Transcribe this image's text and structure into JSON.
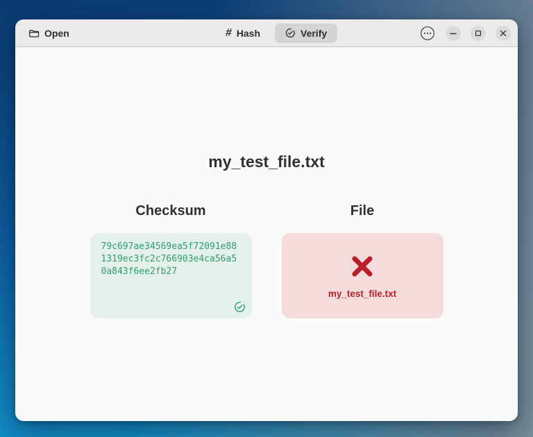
{
  "window": {
    "header": {
      "open_button": {
        "label": "Open",
        "icon": "folder-icon"
      },
      "view_switcher": [
        {
          "label": "Hash",
          "icon": "hash-icon",
          "active": false
        },
        {
          "label": "Verify",
          "icon": "check-circle-icon",
          "active": true
        }
      ],
      "menu_button": {
        "icon": "menu-dots-icon"
      },
      "window_controls": [
        {
          "name": "minimize",
          "icon": "minimize-icon"
        },
        {
          "name": "maximize",
          "icon": "maximize-icon"
        },
        {
          "name": "close",
          "icon": "close-icon"
        }
      ]
    },
    "content": {
      "file_title": "my_test_file.txt",
      "checksum_column": {
        "header": "Checksum",
        "hash": "79c697ae34569ea5f72091e881319ec3fc2c766903e4ca56a50a843f6ee2fb27",
        "status_icon": "check-circle-icon",
        "status": "match"
      },
      "file_column": {
        "header": "File",
        "filename": "my_test_file.txt",
        "status_icon": "x-mark-icon",
        "status": "mismatch"
      }
    },
    "colors": {
      "success_green": "#26a269",
      "hash_text_green": "#2f9c73",
      "checksum_box_bg": "#e4f1ea",
      "error_red": "#bc1e28",
      "file_box_bg": "#f4dcdc",
      "headerbar_bg": "#ebebeb",
      "active_button_bg": "#d4d4d4"
    }
  }
}
